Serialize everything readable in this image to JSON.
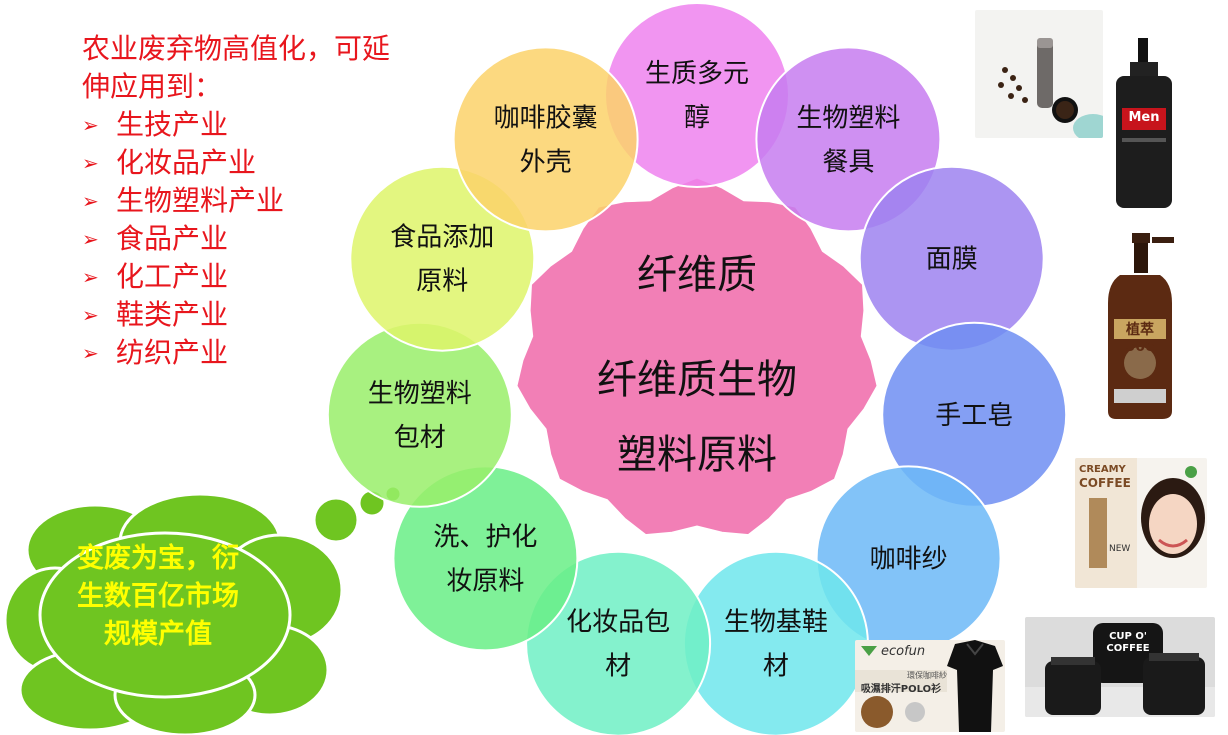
{
  "intro": {
    "title_line1": "农业废弃物高值化，可延",
    "title_line2": "伸应用到：",
    "items": [
      "生技产业",
      "化妆品产业",
      "生物塑料产业",
      "食品产业",
      "化工产业",
      "鞋类产业",
      "纺织产业"
    ]
  },
  "center": {
    "line1": "纤维质",
    "line2": "纤维质生物",
    "line3": "塑料原料"
  },
  "petals": [
    {
      "lines": [
        "生质多元",
        "醇"
      ],
      "color": "#ee82ee"
    },
    {
      "lines": [
        "生物塑料",
        "餐具"
      ],
      "color": "#c77df0"
    },
    {
      "lines": [
        "面膜"
      ],
      "color": "#9d83f0"
    },
    {
      "lines": [
        "手工皂"
      ],
      "color": "#6f8ef2"
    },
    {
      "lines": [
        "咖啡纱"
      ],
      "color": "#6cb8f7"
    },
    {
      "lines": [
        "生物基鞋",
        "材"
      ],
      "color": "#6fe6ec"
    },
    {
      "lines": [
        "化妆品包",
        "材"
      ],
      "color": "#6ef0c4"
    },
    {
      "lines": [
        "洗、护化",
        "妆原料"
      ],
      "color": "#69ee86"
    },
    {
      "lines": [
        "生物塑料",
        "包材"
      ],
      "color": "#99ee6a"
    },
    {
      "lines": [
        "食品添加",
        "原料"
      ],
      "color": "#def56a"
    },
    {
      "lines": [
        "咖啡胶囊",
        "外壳"
      ],
      "color": "#fbd26a"
    }
  ],
  "cloud": {
    "lines": [
      "变废为宝，衍",
      "生数百亿市场",
      "规模产值"
    ]
  },
  "colors": {
    "center": "#f27fb6",
    "accent_red": "#e8161d",
    "cloud_green": "#6fc521",
    "cloud_text": "#ffff00"
  },
  "photos": {
    "men_bottle_text": "Men",
    "shampoo_label": "植萃566",
    "cream_brand": "CREAMY",
    "cream_word": "COFFEE",
    "cream_new": "NEW",
    "ecofun_brand": "ecofun",
    "ecofun_caption1": "環保咖啡紗",
    "ecofun_caption2": "吸濕排汗POLO衫",
    "cup_brand": "CUP O'",
    "cup_word": "COFFEE"
  }
}
